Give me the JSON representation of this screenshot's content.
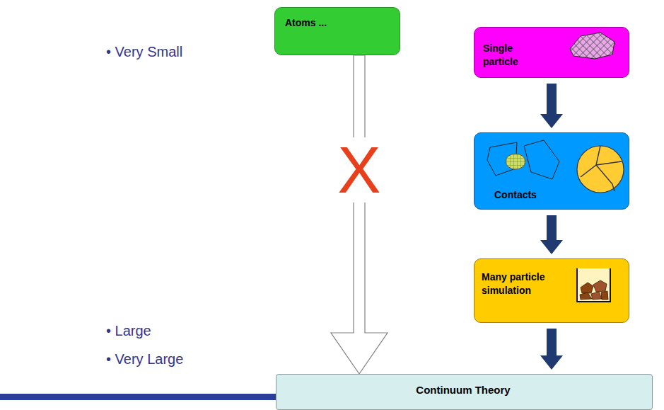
{
  "diagram": {
    "nodes": [
      {
        "text": [
          "Atoms ..."
        ]
      },
      {
        "text": [
          "Single particle"
        ]
      },
      {
        "text": [
          "Contacts"
        ]
      },
      {
        "text": [
          "Many particle simulation"
        ]
      },
      {
        "text": [
          "Continuum Theory"
        ]
      }
    ],
    "edges": [
      {
        "from": 0,
        "to": 4,
        "arrow": "to",
        "label": "X"
      },
      {
        "from": 1,
        "to": 2,
        "arrow": "to"
      },
      {
        "from": 2,
        "to": 3,
        "arrow": "to"
      },
      {
        "from": 3,
        "to": 4,
        "arrow": "to"
      }
    ],
    "labels": [
      "• Very Small",
      "• Large",
      "• Very Large"
    ]
  }
}
